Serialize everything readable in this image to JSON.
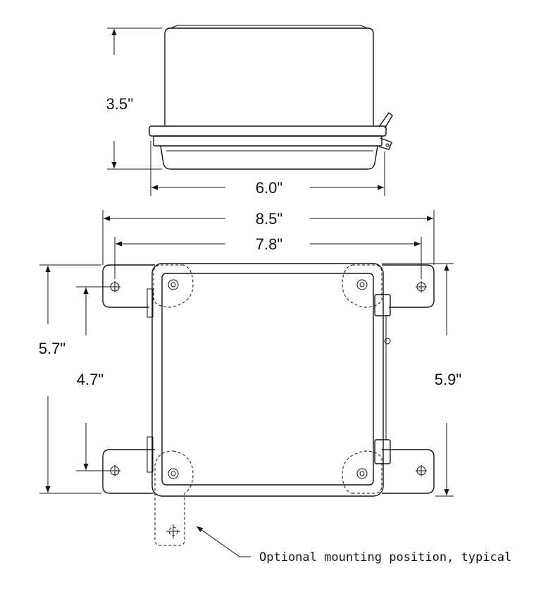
{
  "dimensions": {
    "height": "3.5''",
    "depth": "6.0\"",
    "overall_width": "8.5\"",
    "hole_spacing_width": "7.8\"",
    "overall_height_left": "5.7\"",
    "hole_spacing_height": "4.7\"",
    "overall_height_right": "5.9\""
  },
  "note": "Optional mounting position, typical"
}
